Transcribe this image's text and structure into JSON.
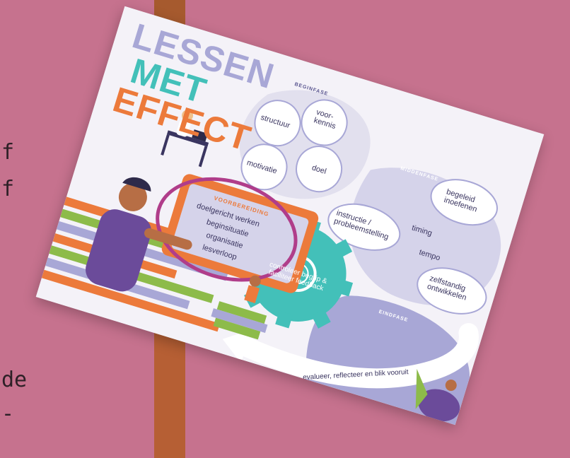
{
  "left_text_fragments": [
    "f",
    "f",
    "de",
    "-"
  ],
  "colors": {
    "background": "#c6728e",
    "stripe": "#b65f34",
    "card": "#f4f2f8",
    "accent_orange": "#ec7a3b",
    "accent_teal": "#43c0b9",
    "accent_lilac": "#a8a7d6",
    "circle_highlight": "#b03d8a"
  },
  "poster": {
    "title_line1": "LESSEN",
    "title_line2": "MET",
    "title_line3": "EFFECT",
    "phases": {
      "begin": "BEGINFASE",
      "midden": "MIDDENFASE",
      "eind": "EINDFASE"
    },
    "begin_petals": {
      "voorkennis": "voor-\nkennis",
      "structuur": "structuur",
      "motivatie": "motivatie",
      "doel": "doel"
    },
    "midden_nodes": {
      "begeleid": "begeleid\ninoefenen",
      "instructie": "instructie /\nprobleemstelling",
      "timing": "timing",
      "tempo": "tempo",
      "zelfstandig": "zelfstandig\nontwikkelen"
    },
    "gear_text": "controleer begrip & faciliteer feedback",
    "eind_path": "evalueer, reflecteer en blik vooruit",
    "board": {
      "title": "VOORBEREIDING",
      "items": [
        "doelgericht werken",
        "beginsituatie",
        "organisatie",
        "lesverloop"
      ]
    }
  }
}
